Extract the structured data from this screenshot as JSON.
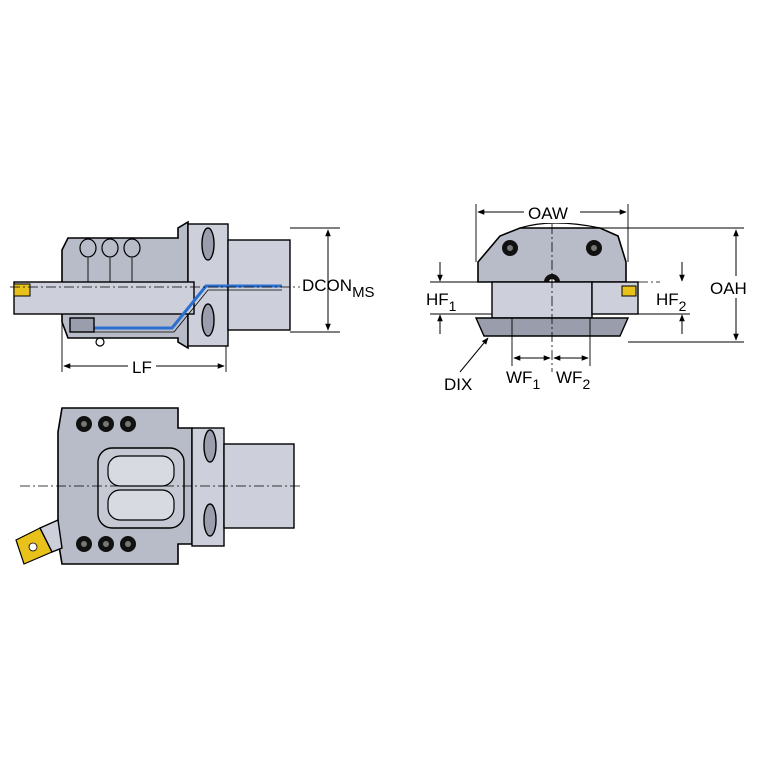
{
  "labels": {
    "dcon": "DCON",
    "dcon_sub": "MS",
    "lf": "LF",
    "oaw": "OAW",
    "oah": "OAH",
    "hf1": "HF",
    "hf1_sub": "1",
    "hf2": "HF",
    "hf2_sub": "2",
    "dix": "DIX",
    "wf1": "WF",
    "wf1_sub": "1",
    "wf2": "WF",
    "wf2_sub": "2"
  },
  "colors": {
    "body": "#b8bcc8",
    "insert": "#e8c21a",
    "coolant": "#2a6fd1",
    "line": "#000000"
  }
}
